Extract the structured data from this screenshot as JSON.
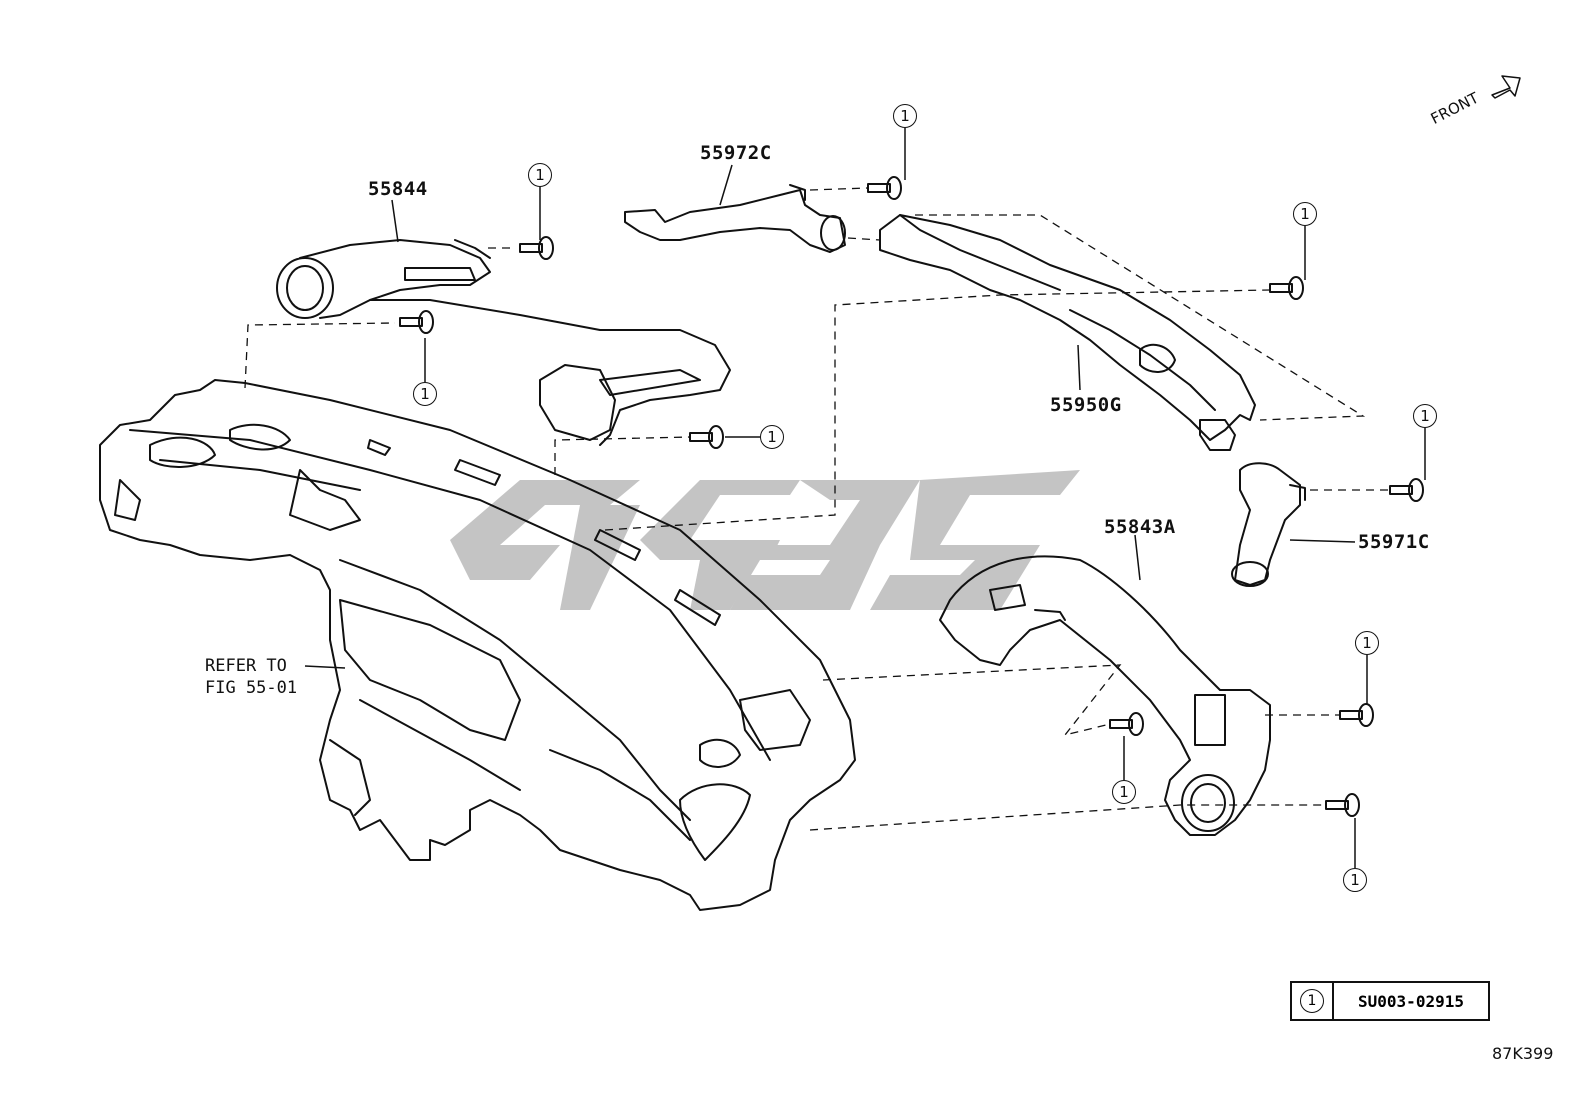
{
  "parts": {
    "p55844": "55844",
    "p55972C": "55972C",
    "p55950G": "55950G",
    "p55843A": "55843A",
    "p55971C": "55971C"
  },
  "note": {
    "line1": "REFER TO",
    "line2": "FIG 55-01"
  },
  "front_label": "FRONT",
  "callout_number": "1",
  "legend": {
    "number": "1",
    "part_code": "SU003-02915"
  },
  "diagram_code": "87K399",
  "colors": {
    "ink": "#111111",
    "watermark": "#c4c4c4"
  }
}
